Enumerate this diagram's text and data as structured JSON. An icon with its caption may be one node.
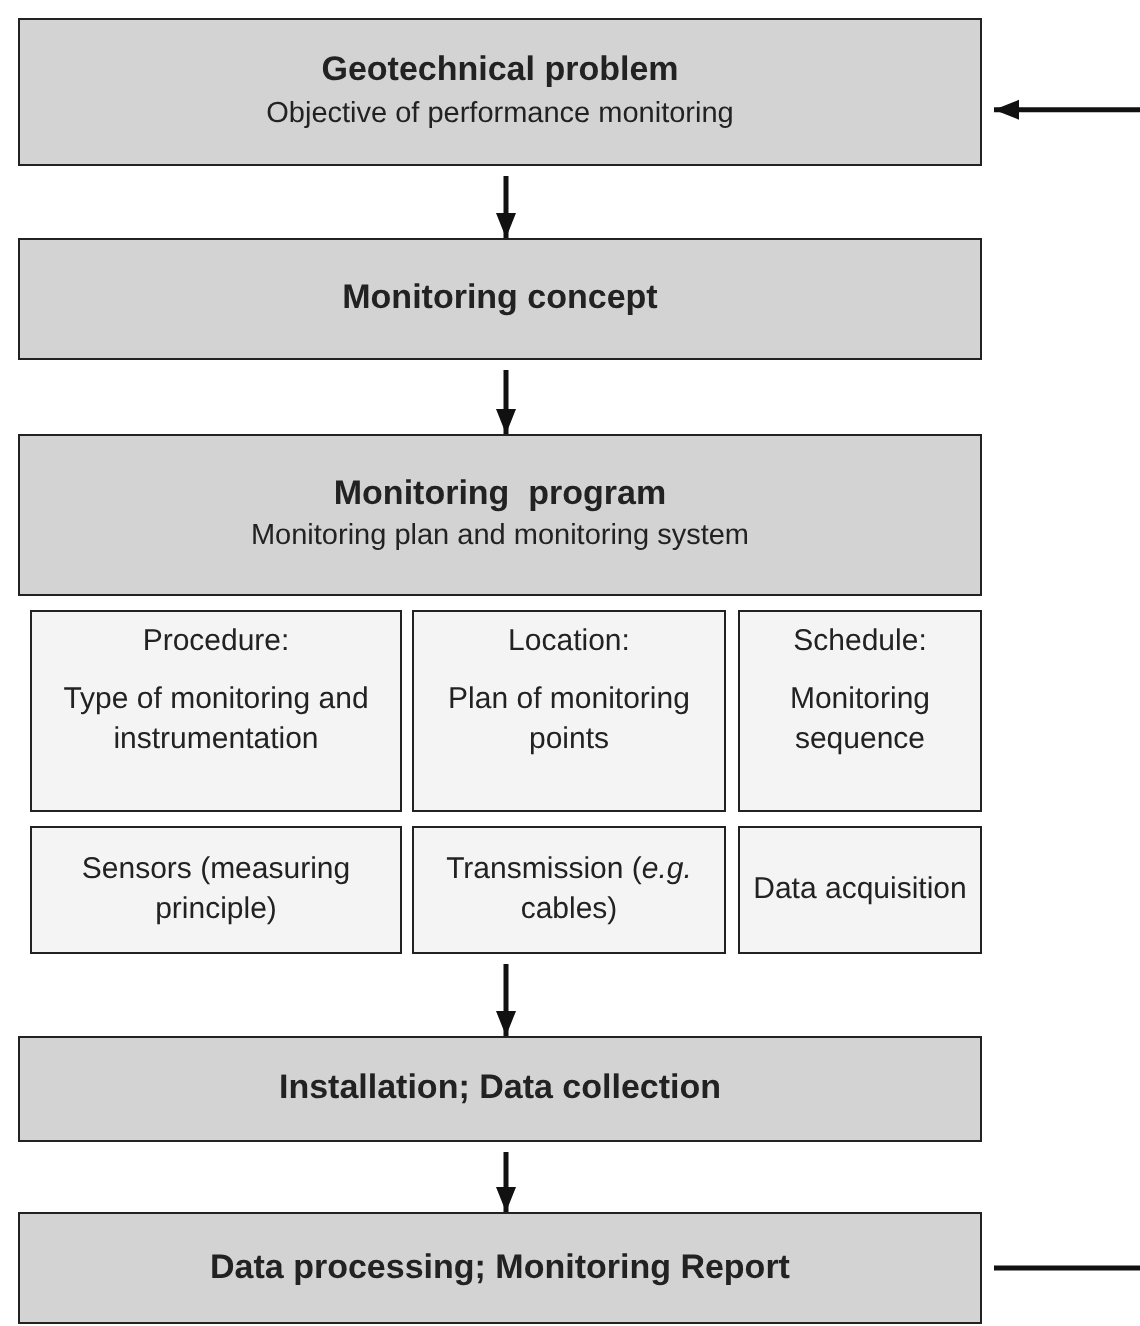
{
  "diagram": {
    "nodes": [
      {
        "text": [
          "Geotechnical problem",
          "Objective of performance monitoring"
        ]
      },
      {
        "text": [
          "Monitoring concept"
        ]
      },
      {
        "text": [
          "Monitoring  program",
          "Monitoring plan and monitoring system"
        ]
      },
      {
        "text": [
          "Procedure:",
          "Type of monitoring and instrumentation"
        ]
      },
      {
        "text": [
          "Location:",
          "Plan of monitoring points"
        ]
      },
      {
        "text": [
          "Schedule:",
          "Monitoring sequence"
        ]
      },
      {
        "text": [
          "Sensors (measuring principle)"
        ]
      },
      {
        "text": [
          "Transmission (*e.g.* cables)"
        ]
      },
      {
        "text": [
          "Data acquisition"
        ]
      },
      {
        "text": [
          "Installation; Data collection"
        ]
      },
      {
        "text": [
          "Data processing; Monitoring Report"
        ]
      }
    ],
    "edges": [
      {
        "from": null,
        "to": 0,
        "arrow": "to"
      },
      {
        "from": 0,
        "to": 1,
        "arrow": "to"
      },
      {
        "from": 1,
        "to": 2,
        "arrow": "to"
      },
      {
        "from": 7,
        "to": 9,
        "arrow": "to"
      },
      {
        "from": 9,
        "to": 10,
        "arrow": "to"
      },
      {
        "from": 10,
        "to": null,
        "arrow": "none"
      }
    ]
  }
}
